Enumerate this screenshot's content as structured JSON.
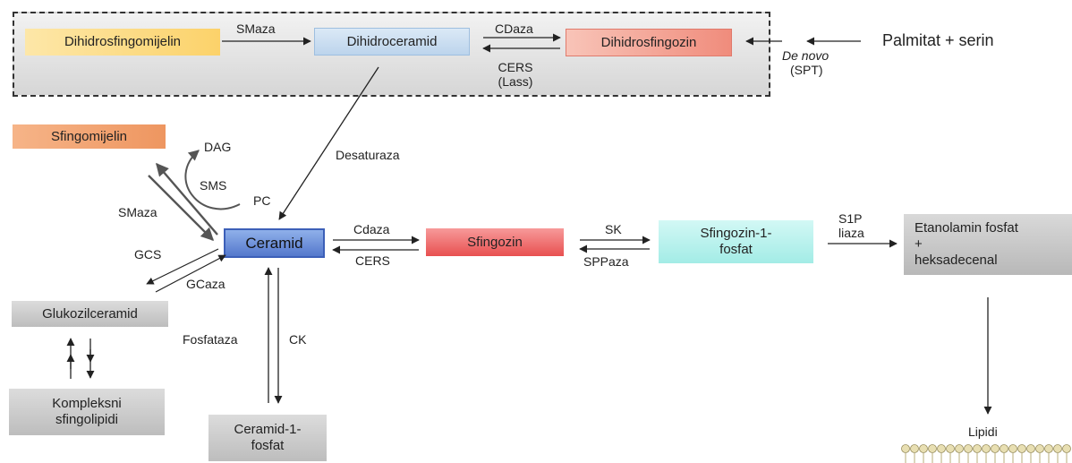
{
  "boxes": {
    "dihidrosfingomijelin": "Dihidrosfingomijelin",
    "dihidroceramid": "Dihidroceramid",
    "dihidrosfingozin": "Dihidrosfingozin",
    "palmitat_serin": "Palmitat + serin",
    "sfingomijelin": "Sfingomijelin",
    "ceramid": "Ceramid",
    "sfingozin": "Sfingozin",
    "sfingozin_1_fosfat": [
      "Sfingozin-1-",
      "fosfat"
    ],
    "etanolamin": [
      "Etanolamin fosfat",
      "+",
      "heksadecenal"
    ],
    "glukozilceramid": "Glukozilceramid",
    "kompleksni": [
      "Kompleksni",
      "sfingolipidi"
    ],
    "ceramid_1_fosfat": [
      "Ceramid-1-",
      "fosfat"
    ],
    "lipidi": "Lipidi"
  },
  "enzymes": {
    "smaza_top": "SMaza",
    "cdaza_top": "CDaza",
    "cers_lass": [
      "CERS",
      "(Lass)"
    ],
    "de_novo": "De novo",
    "spt": "(SPT)",
    "desaturaza": "Desaturaza",
    "dag": "DAG",
    "sms": "SMS",
    "pc": "PC",
    "smaza_left": "SMaza",
    "gcs": "GCS",
    "gcaza": "GCaza",
    "cdaza_mid": "Cdaza",
    "cers_mid": "CERS",
    "sk": "SK",
    "sppaza": "SPPaza",
    "s1p_liaza": [
      "S1P",
      "liaza"
    ],
    "fosfataza": "Fosfataza",
    "ck": "CK"
  },
  "colors": {
    "yellow": "#fcd97a",
    "blue_light": "#cfe2f3",
    "salmon": "#f4a99a",
    "orange": "#f0a478",
    "ceramid_blue": "#6d8fd6",
    "red": "#ef6f6f",
    "cyan": "#b9f2ee",
    "gray": "#c8c8c8"
  }
}
